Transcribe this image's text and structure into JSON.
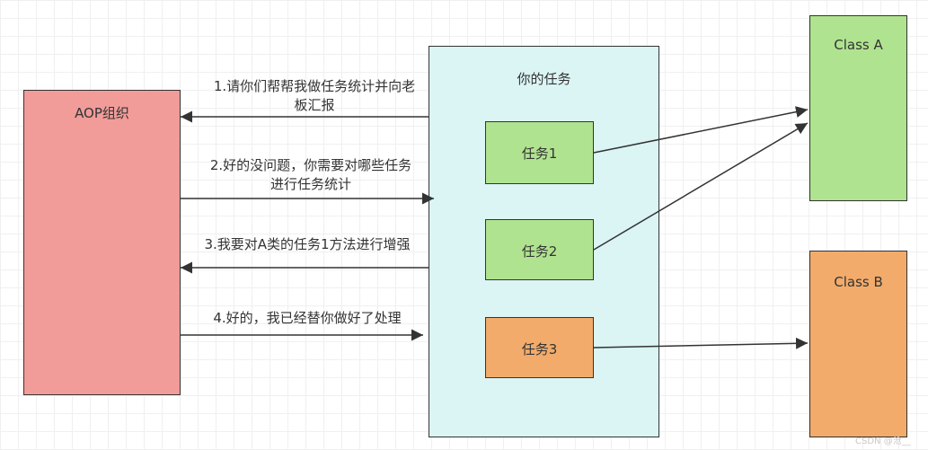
{
  "nodes": {
    "aop": "AOP组织",
    "your_tasks": "你的任务",
    "task1": "任务1",
    "task2": "任务2",
    "task3": "任务3",
    "class_a": "Class A",
    "class_b": "Class B"
  },
  "messages": {
    "m1_line1": "1.请你们帮帮我做任务统计并向老",
    "m1_line2": "板汇报",
    "m2_line1": "2.好的没问题，你需要对哪些任务",
    "m2_line2": "进行任务统计",
    "m3": "3.我要对A类的任务1方法进行增强",
    "m4": "4.好的，我已经替你做好了处理"
  },
  "watermark": "CSDN @沧__",
  "colors": {
    "aop_fill": "#f19c99",
    "tasks_fill": "#dbf4f4",
    "green_fill": "#b0e38f",
    "orange_fill": "#f2ab6b",
    "stroke": "#333333"
  }
}
